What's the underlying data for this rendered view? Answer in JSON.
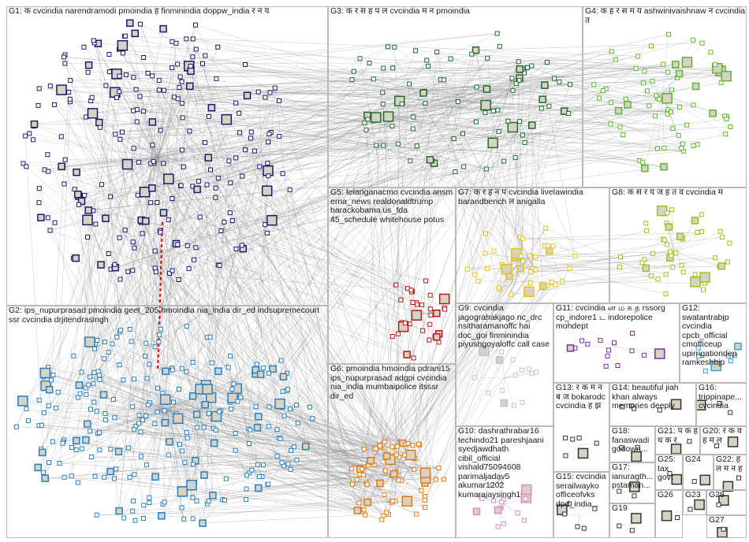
{
  "groups": [
    {
      "id": "g1",
      "label": "G1: क cvcindia narendramodi pmoindia ह finminindia doppw_india र न य",
      "color": "#1b1b6e"
    },
    {
      "id": "g2",
      "label": "G2: ips_nupurprasad pmoindia geet_205 hmoindia nia_india dir_ed indsupremecourt ssr cvcindia drjitendrasingh",
      "color": "#2a7fc0"
    },
    {
      "id": "g3",
      "label": "G3: क र स ह प ल cvcindia म न pmoindia",
      "color": "#1f6b2e"
    },
    {
      "id": "g4",
      "label": "G4: क ह र स म य ashwinivaishnaw न cvcindia त",
      "color": "#5cb82f"
    },
    {
      "id": "g5",
      "label": "G5: telanganacmo cvcindia ansm erna_news realdonaldtrump barackobama us_fda 45_schedule whitehouse potus",
      "color": "#b31b1b"
    },
    {
      "id": "g6",
      "label": "G6: pmoindia hmoindia pdrani15 ips_nupurprasad adgpi cvcindia nia_india mumbaipolice itsssr dir_ed",
      "color": "#e07b12"
    },
    {
      "id": "g7",
      "label": "G7: क र ह न प cvcindia livelawindia barandbench ल anigalla",
      "color": "#e3c21a"
    },
    {
      "id": "g8",
      "label": "G8: क स र य ज ह त व cvcindia म",
      "color": "#9bc21a"
    },
    {
      "id": "g9",
      "label": "G9: cvcindia jagograhakjago nc_drc nsitharamanoffc hai doc_goi finminindia piyushgoyaloffc call case",
      "color": "#c9b8e0"
    },
    {
      "id": "g10",
      "label": "G10: dashrathrabar16 techindo21 pareshjaani syedjawdhath cibil_official vishald75094608 parimaljadav5 akumar1202 kumarajaysingh1",
      "color": "#d98cc8"
    },
    {
      "id": "g11",
      "label": "G11: cvcindia ன ம க த rssorg cp_indore1 ட indorepolice mohdept",
      "color": "#7a2e9e"
    },
    {
      "id": "g12",
      "label": "G12: swatantrabjp cvcindia cpcb_official cmofficeup upirrigationdep ramkeshbjp",
      "color": "#3aa0d8"
    },
    {
      "id": "g13",
      "label": "G13: र क म न ब ज bokarodc cvcindia ह झ",
      "color": "#333333"
    },
    {
      "id": "g14",
      "label": "G14: beautiful jiah khan always memories deeply",
      "color": "#333333"
    },
    {
      "id": "g15",
      "label": "G15: cvcindia serailwayko officeofvks dpd_india...",
      "color": "#333333"
    },
    {
      "id": "g16",
      "label": "G16: trippinape... cvcindia",
      "color": "#333333"
    },
    {
      "id": "g17",
      "label": "G17: ianuragth... pstaman...",
      "color": "#333333"
    },
    {
      "id": "g18",
      "label": "G18: fanaswadi godown...",
      "color": "#333333"
    },
    {
      "id": "g19",
      "label": "G19",
      "color": "#333333"
    },
    {
      "id": "g20",
      "label": "G20: र क व ह म ल",
      "color": "#333333"
    },
    {
      "id": "g21",
      "label": "G21: प क ह ध क र",
      "color": "#333333"
    },
    {
      "id": "g22",
      "label": "G22: ह ल म न ह",
      "color": "#333333"
    },
    {
      "id": "g23",
      "label": "G23",
      "color": "#333333"
    },
    {
      "id": "g24",
      "label": "G24",
      "color": "#333333"
    },
    {
      "id": "g25",
      "label": "G25: tax govt",
      "color": "#333333"
    },
    {
      "id": "g26",
      "label": "G26",
      "color": "#333333"
    },
    {
      "id": "g27",
      "label": "G27",
      "color": "#333333"
    },
    {
      "id": "g28",
      "label": "G28",
      "color": "#333333"
    }
  ]
}
